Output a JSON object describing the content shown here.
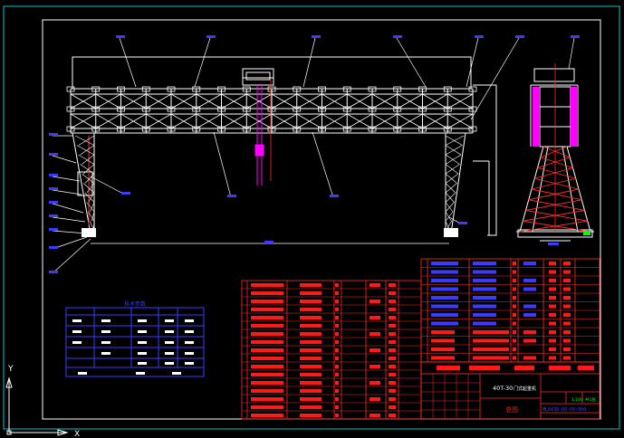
{
  "title_block": {
    "product": "40T-30",
    "product_suffix": "门式起重机",
    "drawing_name": "总图",
    "code": "ML0430-00-00-000",
    "scale": "1:100",
    "sheet": "共1张"
  },
  "tech_table": {
    "title": "技术参数"
  },
  "axes": {
    "y": "Y",
    "x": "X"
  },
  "colors": {
    "frame": "#00c8c8",
    "structure": "#ffffff",
    "table_line": "#ff2a2a",
    "tech_table_line": "#3b3bff",
    "label_blue": "#3b3bff",
    "magenta": "#ff00ff",
    "text_red": "#ff1a1a",
    "green": "#00ff00"
  },
  "icons": {
    "ucs": "ucs-axis-icon"
  }
}
